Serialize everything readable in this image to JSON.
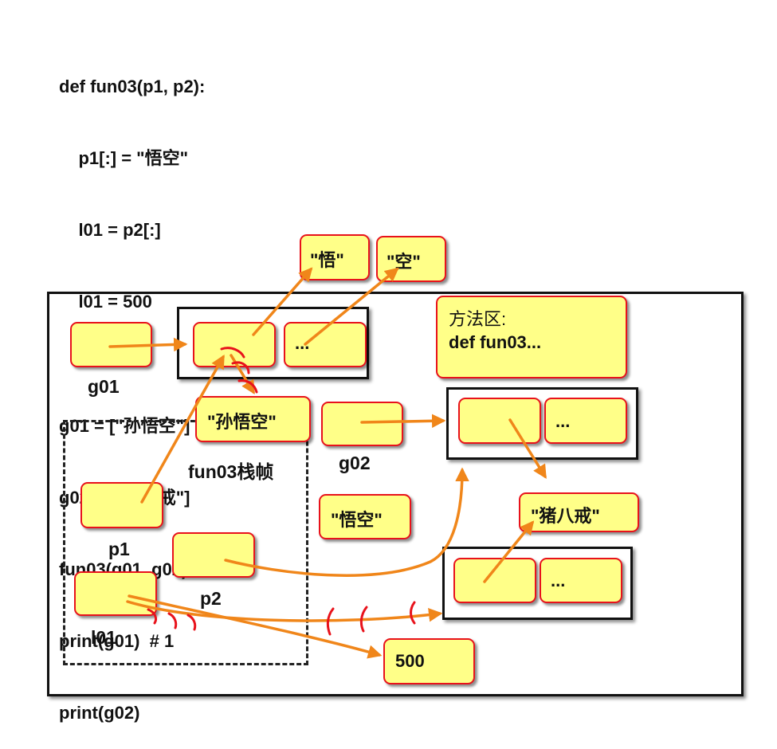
{
  "code": {
    "lines": [
      "def fun03(p1, p2):",
      "    p1[:] = \"悟空\"",
      "    l01 = p2[:]",
      "    l01 = 500",
      "g01 = [\"孙悟空\"]",
      "g02 = [\"猪八戒\"]",
      "fun03(g01, g02)",
      "print(g01)  # 1",
      "print(g02)"
    ]
  },
  "diagram": {
    "method_area": {
      "title": "方法区:",
      "content": "def fun03..."
    },
    "labels": {
      "g01": "g01",
      "g02": "g02",
      "p1": "p1",
      "p2": "p2",
      "l01": "l01",
      "stack_frame": "fun03栈帧"
    },
    "objects": {
      "wu": "\"悟\"",
      "kong": "\"空\"",
      "sunwukong": "\"孙悟空\"",
      "wukong": "\"悟空\"",
      "zhubajie": "\"猪八戒\"",
      "five_hundred": "500",
      "ellipsis_1": "...",
      "ellipsis_2": "...",
      "ellipsis_3": "..."
    },
    "colors": {
      "box_fill": "#ffff88",
      "box_border": "#e8121b",
      "arrow": "#f0861a",
      "strike": "#e8121b"
    }
  }
}
